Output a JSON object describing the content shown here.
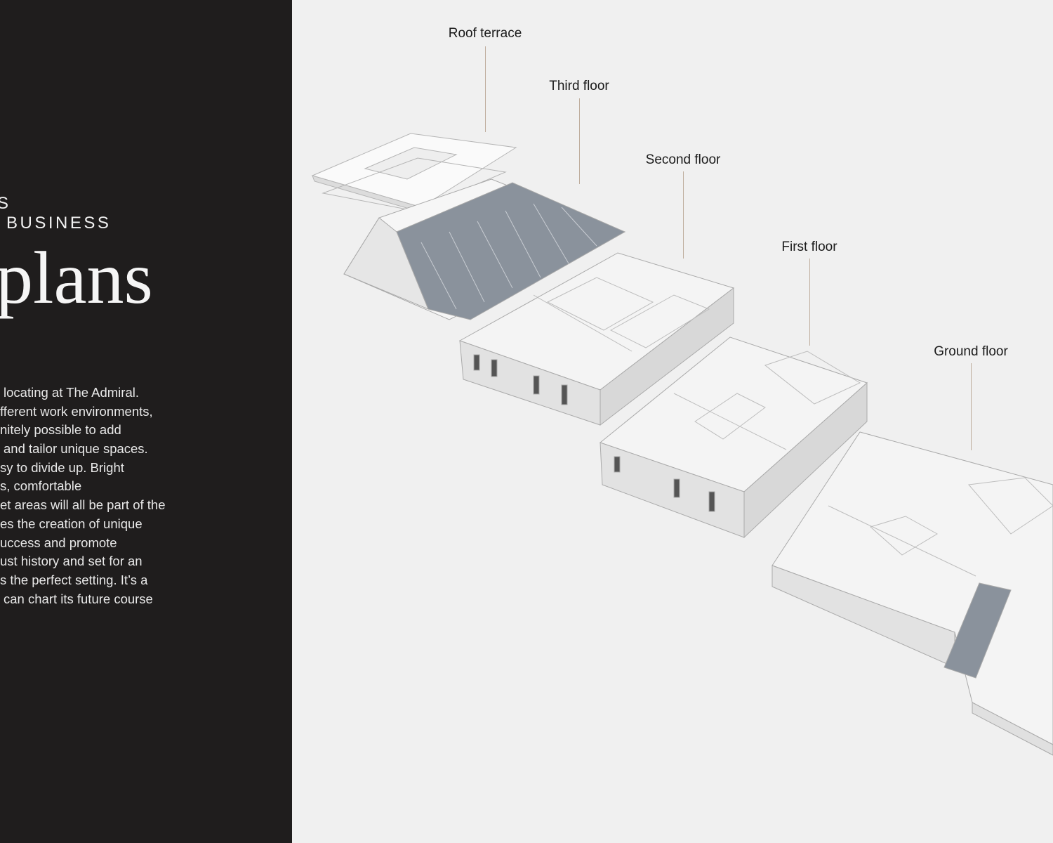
{
  "sidebar": {
    "eyebrow_line1": "S",
    "eyebrow_line2": "BUSINESS",
    "title": "plans",
    "body_lines": [
      "locating at The Admiral.",
      "fferent work environments,",
      "nitely possible to add",
      "and tailor unique spaces.",
      "sy to divide up. Bright",
      "s, comfortable",
      "et areas will all be part of the",
      "es the creation of unique",
      "uccess and promote",
      "ust history and set for an",
      "s the perfect setting. It’s a",
      "can chart its future course"
    ]
  },
  "floors": [
    {
      "label": "Roof terrace"
    },
    {
      "label": "Third floor"
    },
    {
      "label": "Second floor"
    },
    {
      "label": "First floor"
    },
    {
      "label": "Ground floor"
    }
  ],
  "colors": {
    "panel": "#1f1d1d",
    "background": "#f0f0f0",
    "leader": "#bfae9e",
    "glass": "#8a929c"
  }
}
